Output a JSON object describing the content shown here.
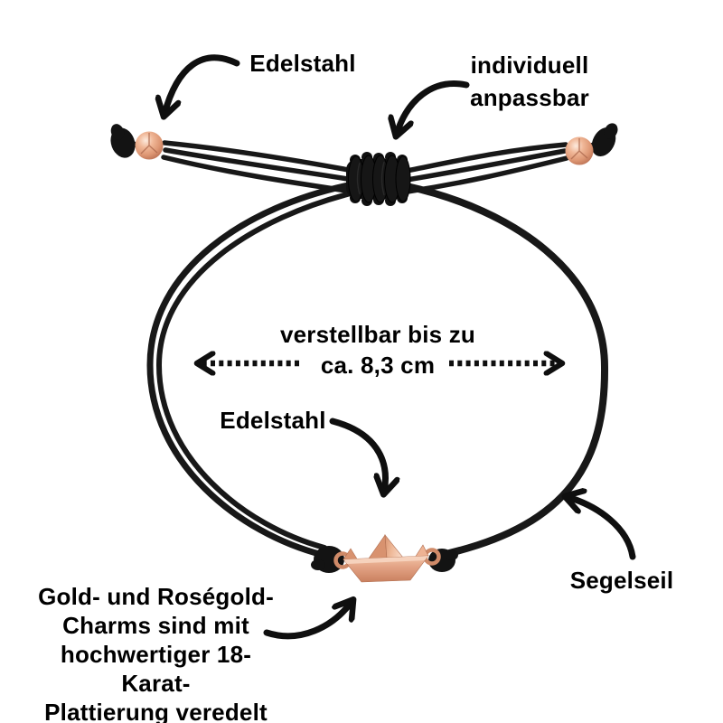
{
  "product_diagram": {
    "labels": {
      "bead_material": "Edelstahl",
      "adjustable": {
        "line1": "individuell",
        "line2": "anpassbar"
      },
      "measurement": {
        "line1": "verstellbar bis zu",
        "line2": "ca. 8,3 cm"
      },
      "charm_material": "Edelstahl",
      "plating_note": {
        "lines": [
          "Gold- und Roségold-",
          "Charms sind mit",
          "hochwertiger 18-Karat-",
          "Plattierung veredelt"
        ]
      },
      "cord_material": "Segelseil"
    },
    "colors": {
      "background": "#ffffff",
      "text": "#000000",
      "annotation_arrow": "#0f0f0f",
      "cord_black": "#181818",
      "knot_black": "#101010",
      "rose_gold": "#e2a183",
      "rose_gold_light": "#f7d4c0",
      "rose_gold_dark": "#c07c5d"
    }
  }
}
